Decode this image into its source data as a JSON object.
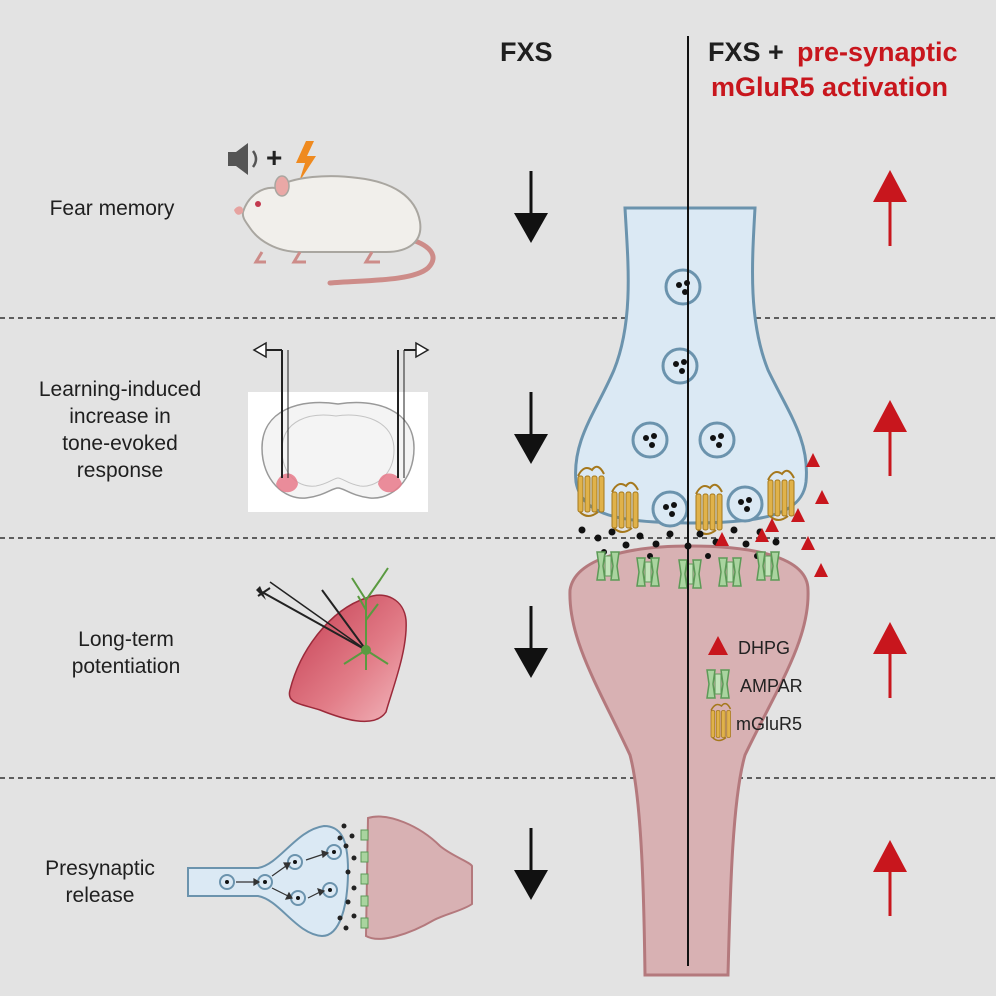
{
  "headers": {
    "fxs": "FXS",
    "treated_prefix": "FXS +",
    "treated_line1": "pre-synaptic",
    "treated_line2": "mGluR5 activation"
  },
  "rows": [
    {
      "label_lines": [
        "Fear memory"
      ],
      "fxs_effect": "decrease",
      "treated_effect": "increase"
    },
    {
      "label_lines": [
        "Learning-induced",
        "increase in",
        "tone-evoked",
        "response"
      ],
      "fxs_effect": "decrease",
      "treated_effect": "increase"
    },
    {
      "label_lines": [
        "Long-term",
        "potentiation"
      ],
      "fxs_effect": "decrease",
      "treated_effect": "increase"
    },
    {
      "label_lines": [
        "Presynaptic",
        "release"
      ],
      "fxs_effect": "decrease",
      "treated_effect": "increase"
    }
  ],
  "stimulus": {
    "tone_icon": "speaker-icon",
    "plus": "+",
    "shock_icon": "lightning-icon"
  },
  "legend": {
    "dhpg": "DHPG",
    "ampar": "AMPAR",
    "mglur5": "mGluR5"
  },
  "colors": {
    "background": "#e3e3e3",
    "decrease_arrow": "#111111",
    "increase_arrow": "#c8161d",
    "presynaptic_fill": "#dbe9f4",
    "presynaptic_stroke": "#6b93ad",
    "postsynaptic_fill": "#d8b1b3",
    "postsynaptic_stroke": "#b4797d",
    "ampar": "#a9d49f",
    "mglur5": "#e0b24a",
    "dhpg": "#c8161d"
  }
}
